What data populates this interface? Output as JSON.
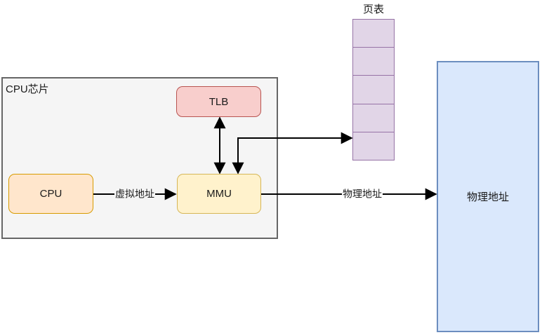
{
  "diagram": {
    "title": "MMU / TLB address translation diagram",
    "chip": {
      "label": "CPU芯片",
      "fill": "#f5f5f5",
      "stroke": "#666666"
    },
    "nodes": {
      "cpu": {
        "label": "CPU",
        "fill": "#ffe6cc",
        "stroke": "#d79b00"
      },
      "tlb": {
        "label": "TLB",
        "fill": "#f8cecc",
        "stroke": "#b85450"
      },
      "mmu": {
        "label": "MMU",
        "fill": "#fff2cc",
        "stroke": "#d6b656"
      },
      "page_table": {
        "label": "页表",
        "rows": 5,
        "fill": "#e1d5e7",
        "stroke": "#9673a6"
      },
      "physical_memory": {
        "label": "物理地址",
        "fill": "#dae8fc",
        "stroke": "#6c8ebf"
      }
    },
    "edges": {
      "cpu_to_mmu": {
        "label": "虚拟地址",
        "type": "arrow-right"
      },
      "tlb_mmu": {
        "label": "",
        "type": "double-arrow-vertical"
      },
      "mmu_page_table": {
        "label": "",
        "type": "double-arrow-elbow"
      },
      "mmu_to_physical": {
        "label": "物理地址",
        "type": "arrow-right"
      }
    },
    "arrow_color": "#000000"
  }
}
